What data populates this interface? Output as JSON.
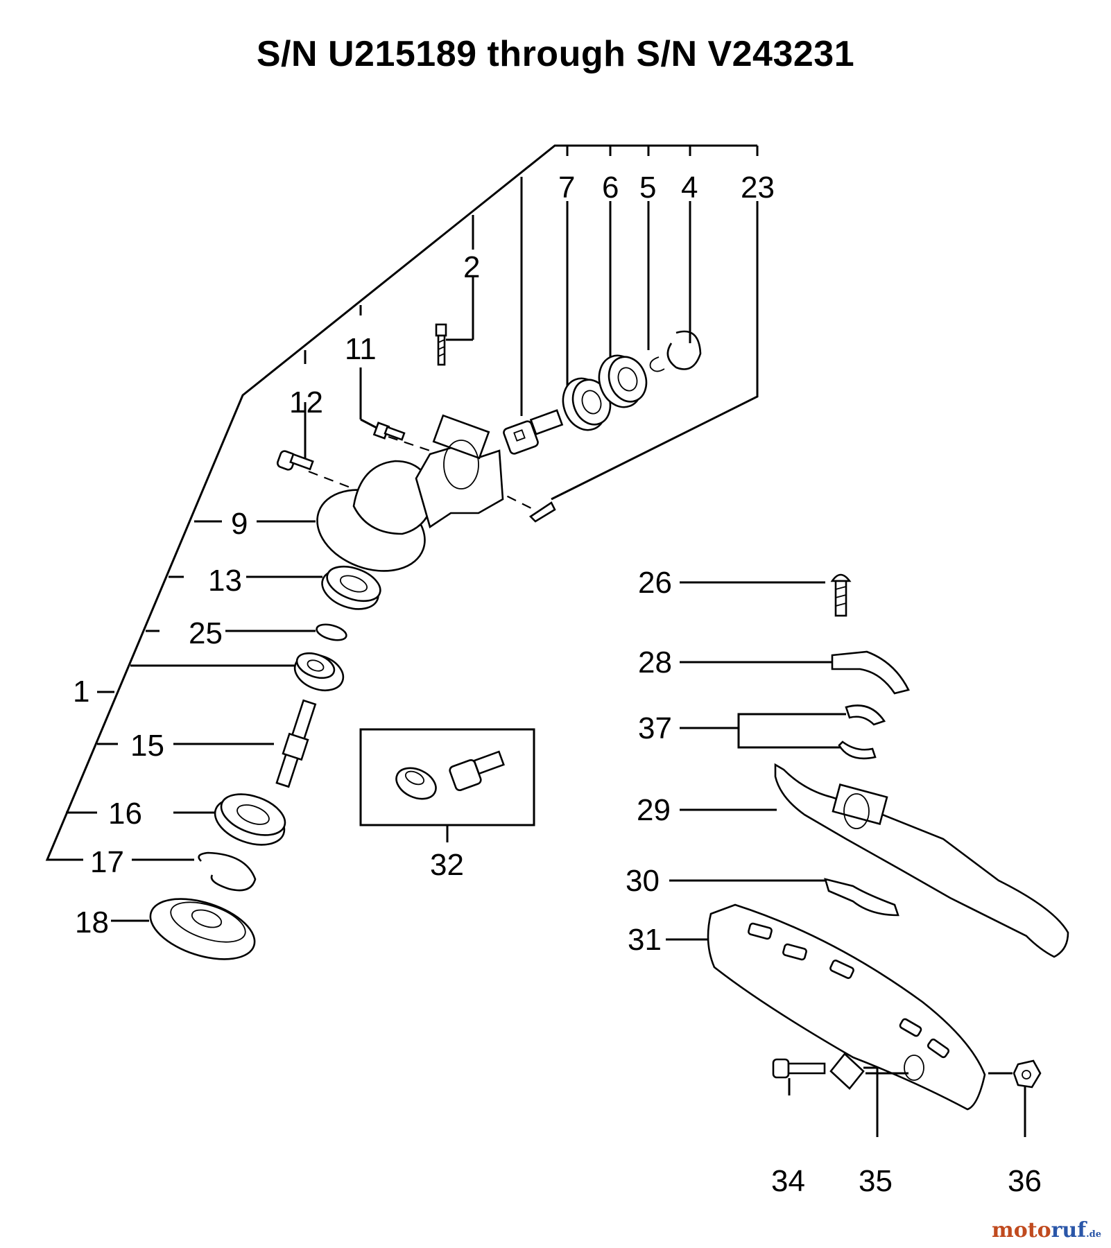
{
  "title": "S/N U215189 through S/N V243231",
  "callouts": [
    "1",
    "2",
    "4",
    "5",
    "6",
    "7",
    "9",
    "11",
    "12",
    "13",
    "15",
    "16",
    "17",
    "18",
    "23",
    "25",
    "26",
    "28",
    "29",
    "30",
    "31",
    "32",
    "34",
    "35",
    "36",
    "37"
  ],
  "watermark": {
    "part_a": "moto",
    "part_b": "ruf",
    "part_c": ".de"
  }
}
